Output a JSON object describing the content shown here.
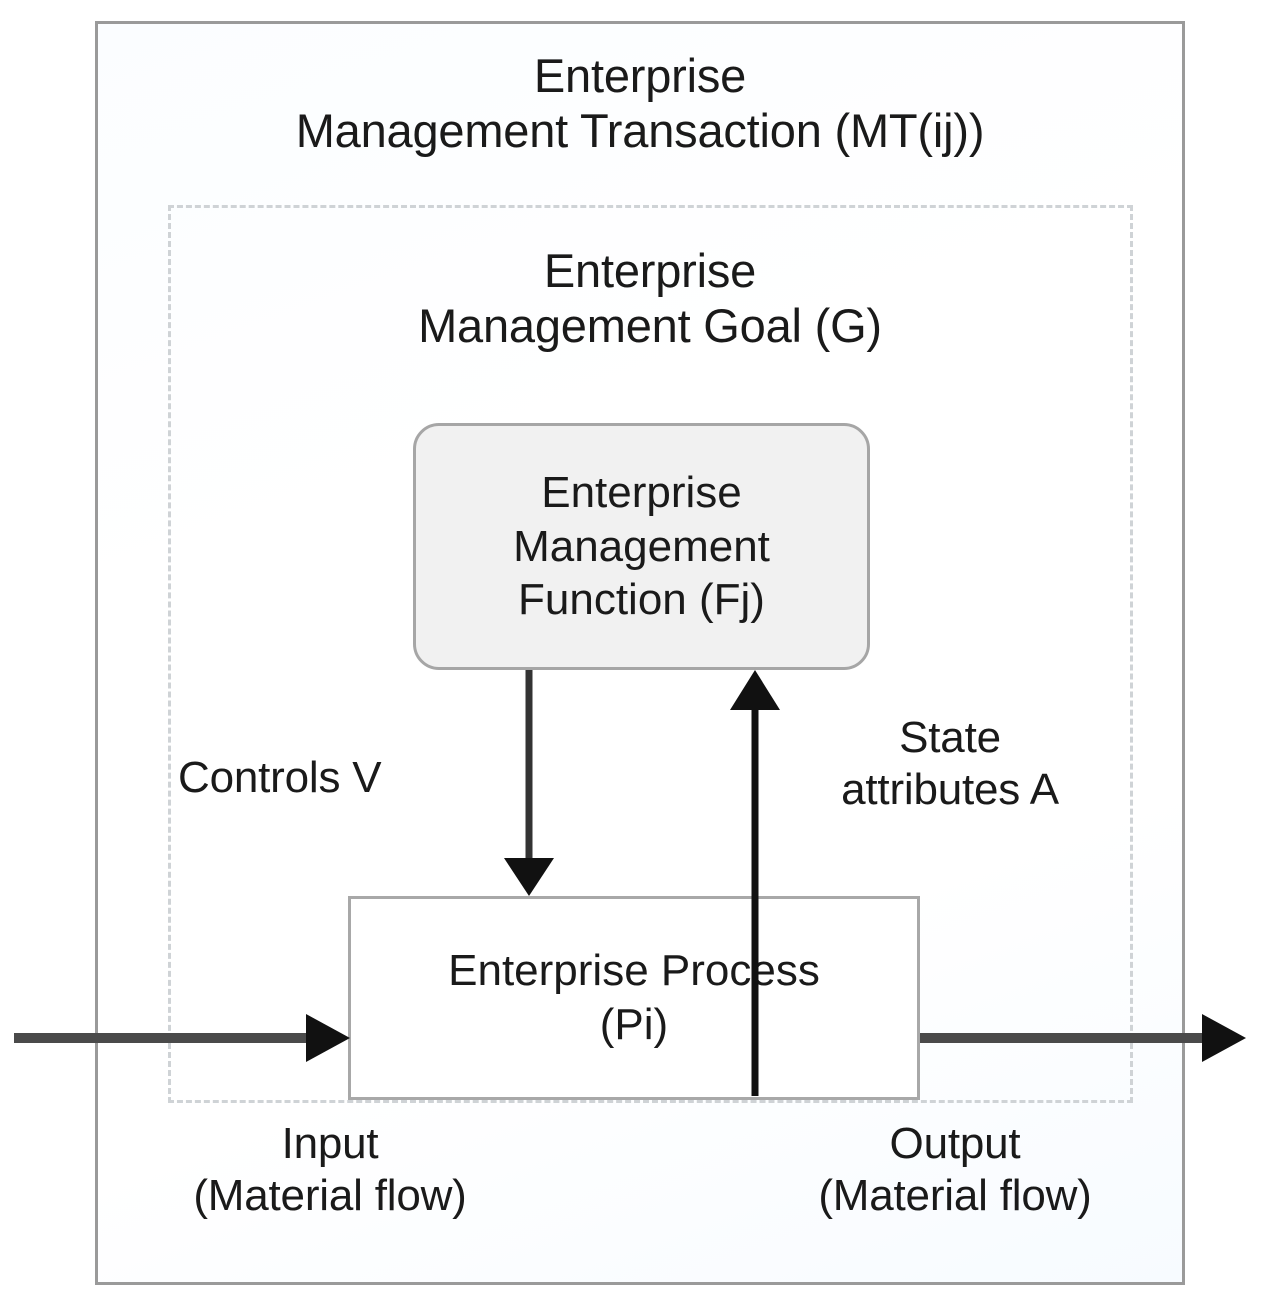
{
  "diagram": {
    "title_transaction": "Enterprise\nManagement Transaction (MT(ij))",
    "title_goal": "Enterprise\nManagement Goal (G)",
    "function_box": "Enterprise\nManagement\nFunction (Fj)",
    "process_box": "Enterprise Process\n(Pi)",
    "label_controls": "Controls V",
    "label_state": "State\nattributes A",
    "label_input": "Input\n(Material flow)",
    "label_output": "Output\n(Material flow)"
  },
  "colors": {
    "outer_border": "#9a9a9a",
    "dashed_border": "#cfd3d6",
    "function_fill": "#f1f1f1",
    "function_border": "#a6a6a6",
    "process_fill": "#ffffff",
    "process_border": "#a8a8a8",
    "arrow_dark": "#2b2b2b",
    "arrow_flow": "#4a4a4a",
    "text": "#1a1a1a",
    "background": "#ffffff"
  }
}
